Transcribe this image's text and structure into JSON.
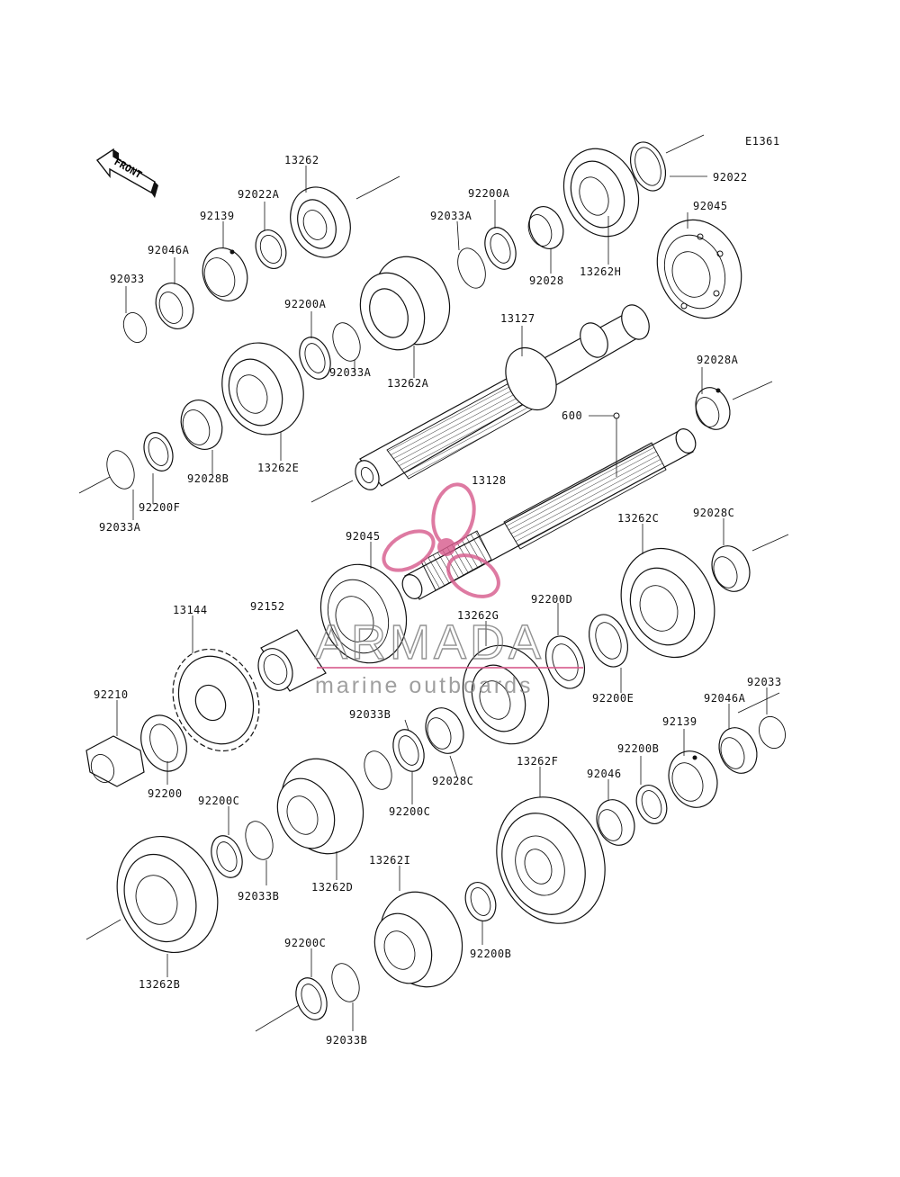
{
  "diagram_id": "E1361",
  "front_label": "FRONT",
  "watermark": {
    "brand": "ARMADA",
    "tagline": "marine outboards",
    "color": "#d75a8c"
  },
  "parts": [
    {
      "key": "p13262",
      "label": "13262"
    },
    {
      "key": "p92022",
      "label": "92022"
    },
    {
      "key": "p92022A",
      "label": "92022A"
    },
    {
      "key": "p92139_top",
      "label": "92139"
    },
    {
      "key": "p92046A_top",
      "label": "92046A"
    },
    {
      "key": "p92033_top",
      "label": "92033"
    },
    {
      "key": "p92200A_top",
      "label": "92200A"
    },
    {
      "key": "p92033A_top",
      "label": "92033A"
    },
    {
      "key": "p92028",
      "label": "92028"
    },
    {
      "key": "p13262H",
      "label": "13262H"
    },
    {
      "key": "p92045_top",
      "label": "92045"
    },
    {
      "key": "p13127",
      "label": "13127"
    },
    {
      "key": "p92200A_mid",
      "label": "92200A"
    },
    {
      "key": "p92033A_mid",
      "label": "92033A"
    },
    {
      "key": "p13262A",
      "label": "13262A"
    },
    {
      "key": "p92028A",
      "label": "92028A"
    },
    {
      "key": "p600",
      "label": "600"
    },
    {
      "key": "p13262E",
      "label": "13262E"
    },
    {
      "key": "p92028B",
      "label": "92028B"
    },
    {
      "key": "p92200F",
      "label": "92200F"
    },
    {
      "key": "p92033A_low",
      "label": "92033A"
    },
    {
      "key": "p13128",
      "label": "13128"
    },
    {
      "key": "p92045_mid",
      "label": "92045"
    },
    {
      "key": "p13262C",
      "label": "13262C"
    },
    {
      "key": "p92028C_top",
      "label": "92028C"
    },
    {
      "key": "p13144",
      "label": "13144"
    },
    {
      "key": "p92152",
      "label": "92152"
    },
    {
      "key": "p92200D",
      "label": "92200D"
    },
    {
      "key": "p13262G",
      "label": "13262G"
    },
    {
      "key": "p92200E",
      "label": "92200E"
    },
    {
      "key": "p92033_right",
      "label": "92033"
    },
    {
      "key": "p92046A_right",
      "label": "92046A"
    },
    {
      "key": "p92139_right",
      "label": "92139"
    },
    {
      "key": "p92210",
      "label": "92210"
    },
    {
      "key": "p92033B_mid",
      "label": "92033B"
    },
    {
      "key": "p92028C_mid",
      "label": "92028C"
    },
    {
      "key": "p92200B_right",
      "label": "92200B"
    },
    {
      "key": "p92046",
      "label": "92046"
    },
    {
      "key": "p13262F",
      "label": "13262F"
    },
    {
      "key": "p92200",
      "label": "92200"
    },
    {
      "key": "p92200C_mid",
      "label": "92200C"
    },
    {
      "key": "p92200C_left",
      "label": "92200C"
    },
    {
      "key": "p92033B_left",
      "label": "92033B"
    },
    {
      "key": "p13262D",
      "label": "13262D"
    },
    {
      "key": "p13262I",
      "label": "13262I"
    },
    {
      "key": "p92200B_low",
      "label": "92200B"
    },
    {
      "key": "p13262B",
      "label": "13262B"
    },
    {
      "key": "p92200C_low",
      "label": "92200C"
    },
    {
      "key": "p92033B_low",
      "label": "92033B"
    }
  ]
}
